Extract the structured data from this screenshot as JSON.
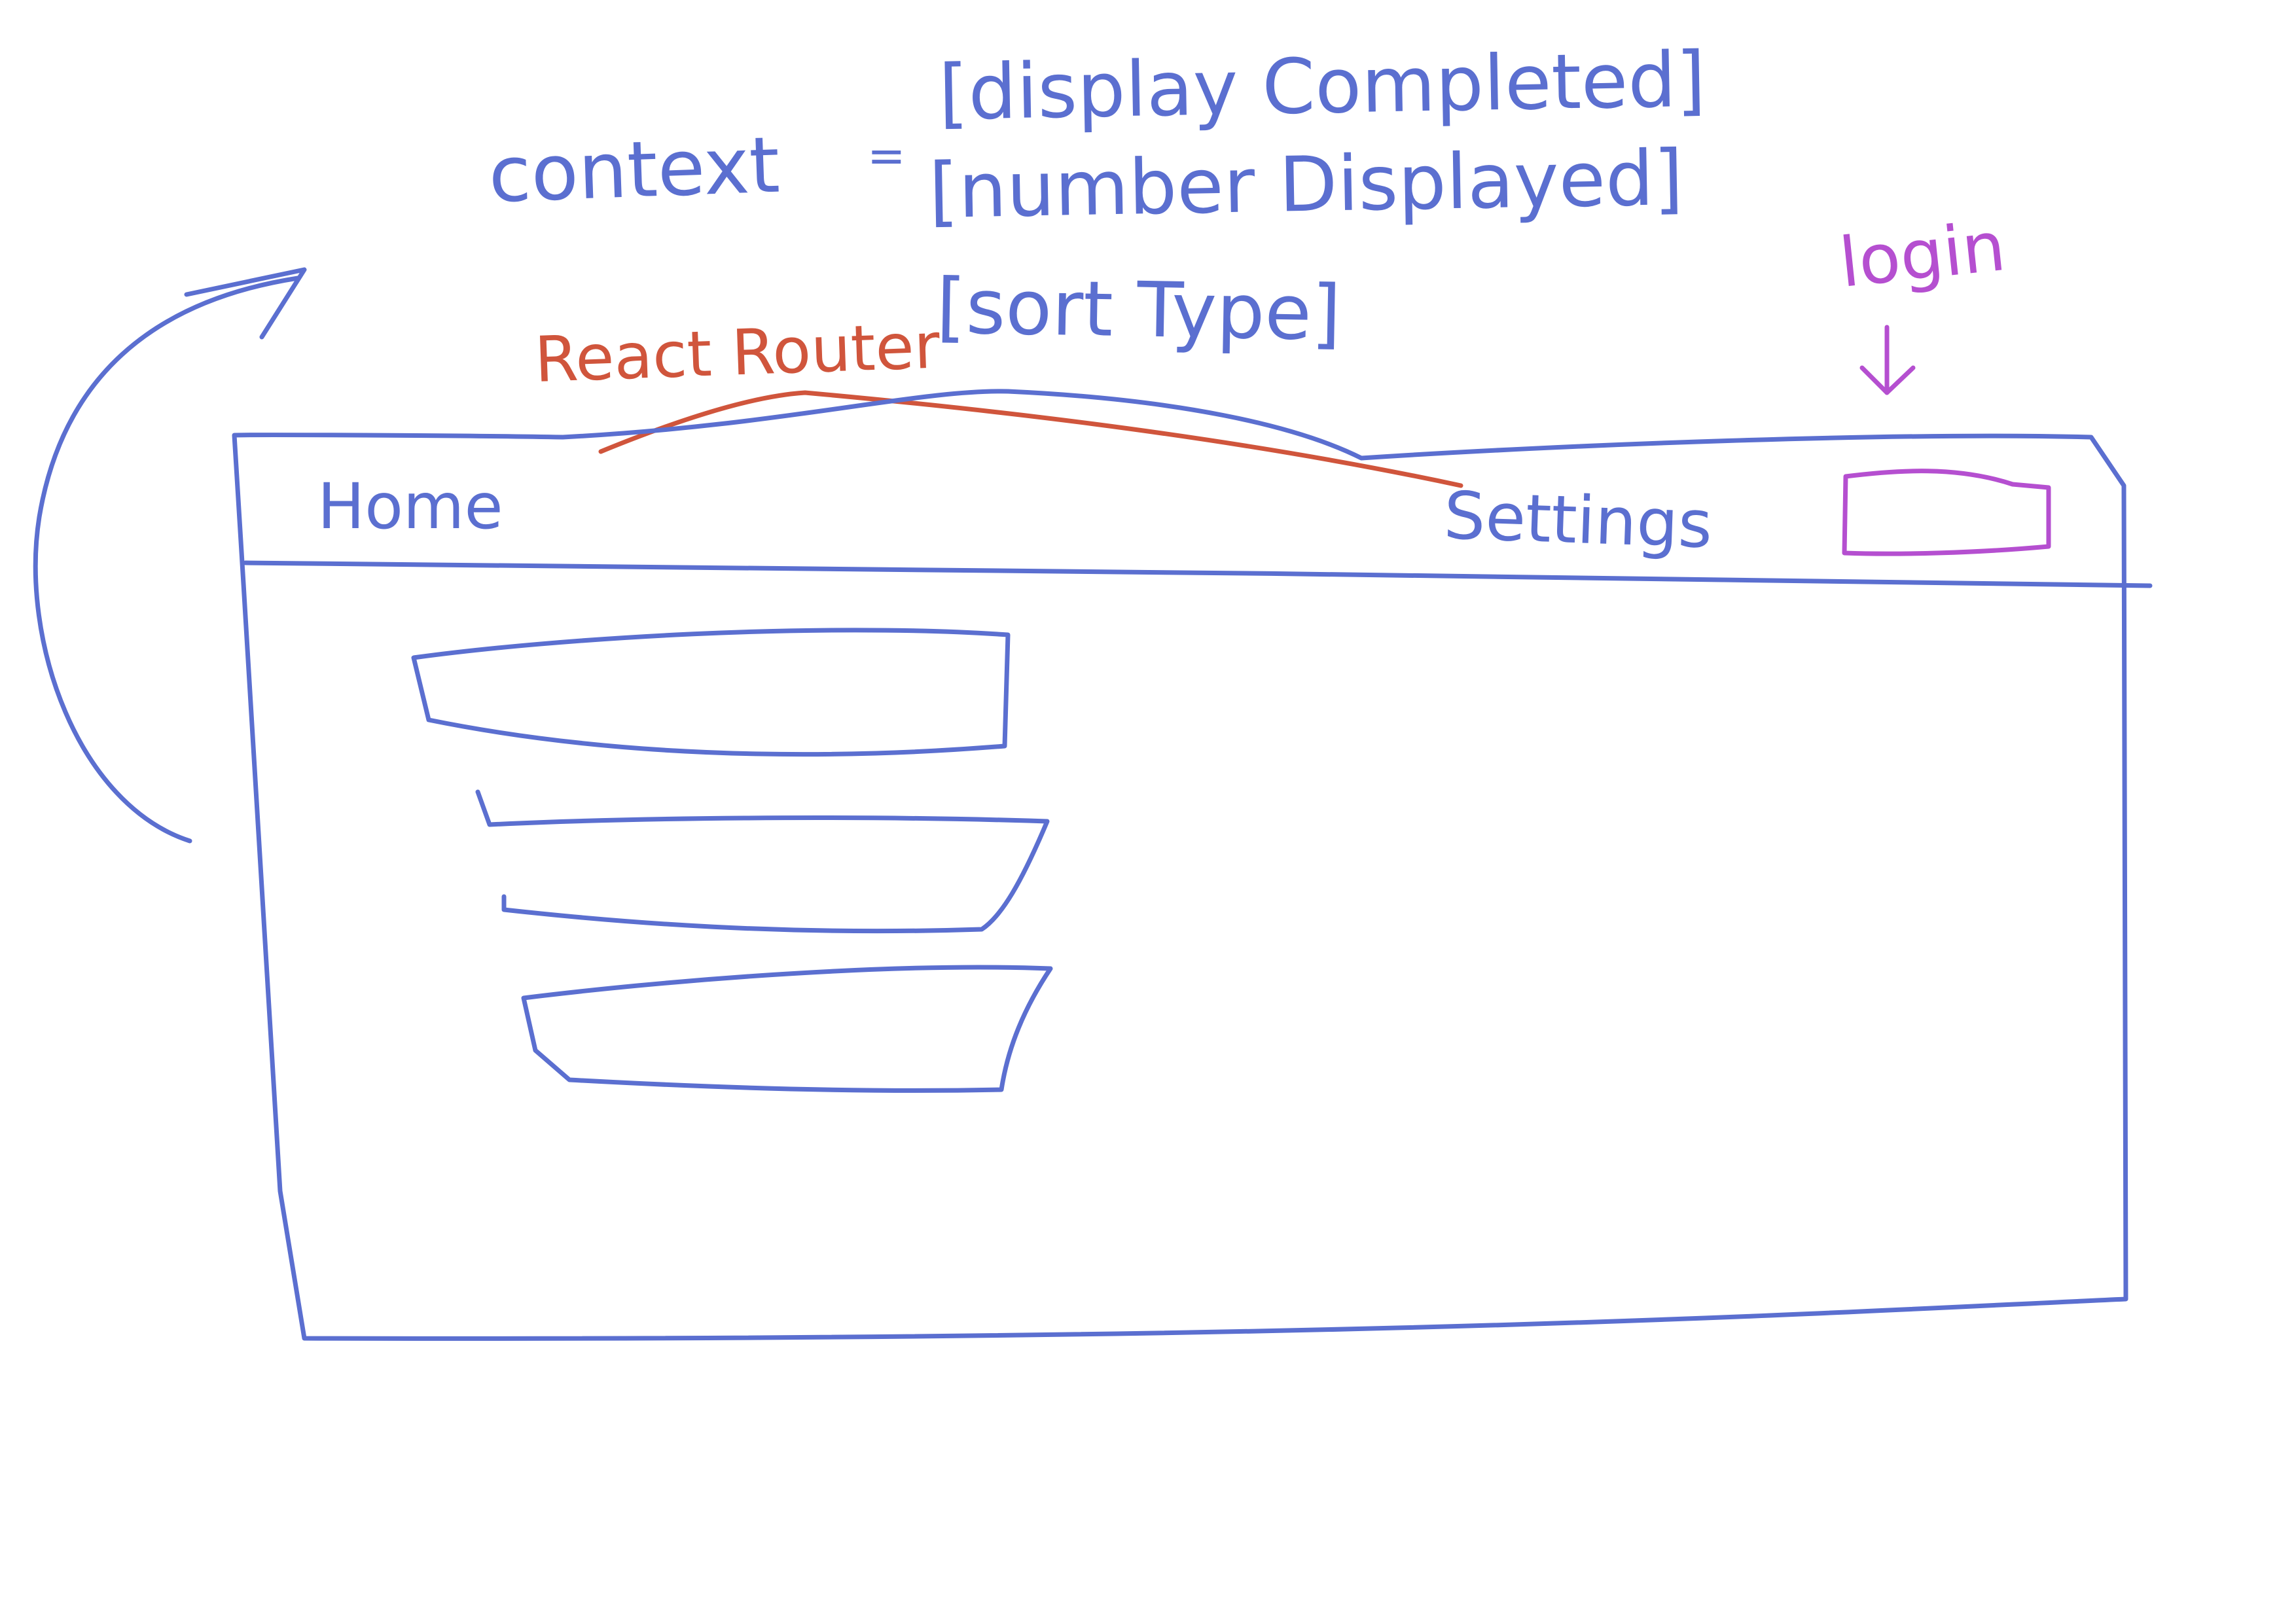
{
  "annotations": {
    "context_label": "context",
    "equals_sign": "=",
    "context_items": [
      "[display Completed]",
      "[number Displayed]",
      "[sort Type]"
    ],
    "router_label": "React Router",
    "login_label": "login"
  },
  "app_window": {
    "nav": {
      "home_label": "Home",
      "settings_label": "Settings",
      "login_box_label": ""
    },
    "list_item_count": 3
  },
  "colors": {
    "main_ink": "#5b6fd0",
    "router_ink": "#d0553c",
    "login_ink": "#b54fd0"
  }
}
